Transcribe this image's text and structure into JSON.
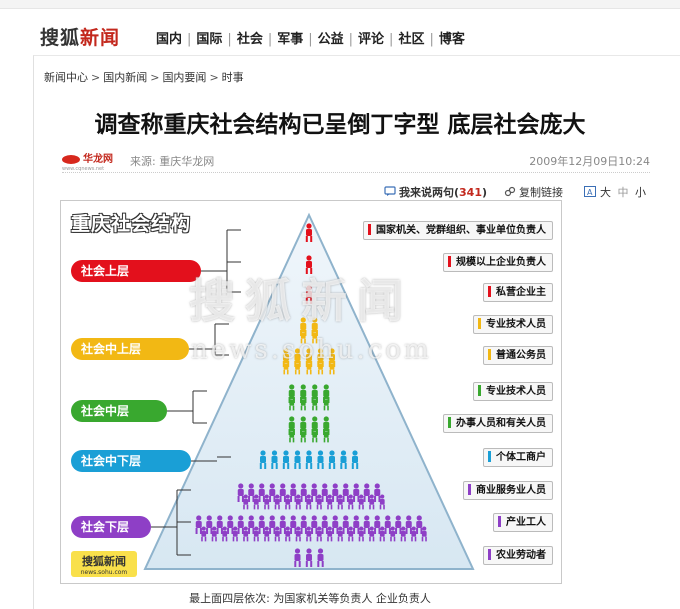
{
  "header": {
    "logo_main": "搜狐",
    "logo_accent": "新闻",
    "nav": [
      "国内",
      "国际",
      "社会",
      "军事",
      "公益",
      "评论",
      "社区",
      "博客"
    ]
  },
  "breadcrumb": [
    "新闻中心",
    "国内新闻",
    "国内要闻",
    "时事"
  ],
  "article": {
    "title": "调查称重庆社会结构已呈倒丁字型 底层社会庞大",
    "source_logo": "华龙网",
    "source_logo_sub": "www.cqnews.net",
    "source": "来源:  重庆华龙网",
    "date": "2009年12月09日10:24",
    "comment_label": "我来说两句(",
    "comment_count": "341",
    "comment_close": ")",
    "copy_link": "复制链接",
    "font_large": "大",
    "font_medium": "中",
    "font_small": "小",
    "caption": "最上面四层依次:  为国家机关等负责人 企业负责人"
  },
  "figure": {
    "title": "重庆社会结构",
    "watermark_cn": "搜狐新闻",
    "watermark_en": "news.sohu.com",
    "footer_logo": "搜狐新闻",
    "footer_logo_sub": "news.sohu.com",
    "layers": [
      {
        "name": "社会上层",
        "color": "#e3101c"
      },
      {
        "name": "社会中上层",
        "color": "#f2b814"
      },
      {
        "name": "社会中层",
        "color": "#39a82f"
      },
      {
        "name": "社会中下层",
        "color": "#1a9fd6"
      },
      {
        "name": "社会下层",
        "color": "#8e3fc6"
      }
    ],
    "groups": [
      {
        "label": "国家机关、党群组织、事业单位负责人",
        "layer": 0
      },
      {
        "label": "规模以上企业负责人",
        "layer": 0
      },
      {
        "label": "私营企业主",
        "layer": 0
      },
      {
        "label": "专业技术人员",
        "layer": 1
      },
      {
        "label": "普通公务员",
        "layer": 1
      },
      {
        "label": "专业技术人员",
        "layer": 2
      },
      {
        "label": "办事人员和有关人员",
        "layer": 2
      },
      {
        "label": "个体工商户",
        "layer": 3
      },
      {
        "label": "商业服务业人员",
        "layer": 4
      },
      {
        "label": "产业工人",
        "layer": 4
      },
      {
        "label": "农业劳动者",
        "layer": 4
      }
    ]
  }
}
